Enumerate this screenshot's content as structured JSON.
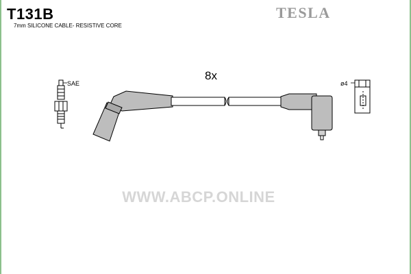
{
  "header": {
    "part_number": "T131B",
    "cable_spec": "7mm SILICONE CABLE- RESISTIVE CORE",
    "brand": "TESLA"
  },
  "diagram": {
    "quantity": "8x",
    "plug_standard": "SAE",
    "terminal_size": "ø4"
  },
  "watermark": "WWW.ABCP.ONLINE"
}
